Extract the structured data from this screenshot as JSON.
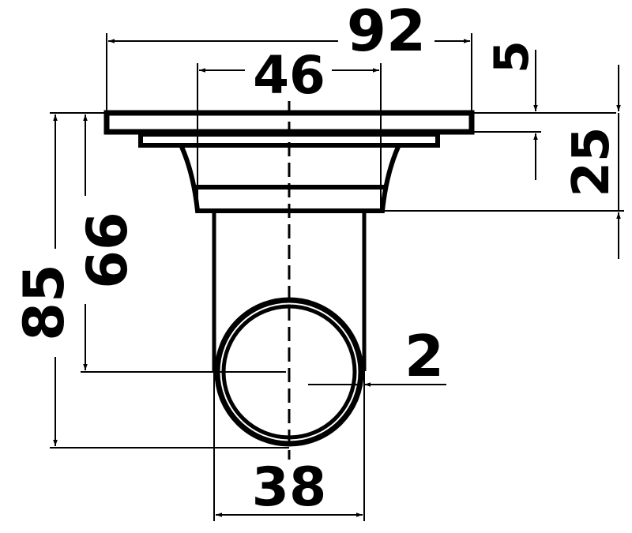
{
  "diagram": {
    "type": "technical-drawing",
    "subject": "socket flange with round tube",
    "colors": {
      "line": "#000000",
      "background": "#ffffff"
    },
    "dimensions": {
      "flange_width": {
        "label": "92"
      },
      "inner_width": {
        "label": "46"
      },
      "flange_thickness": {
        "label": "5"
      },
      "socket_height": {
        "label": "25"
      },
      "total_height": {
        "label": "85"
      },
      "center_height": {
        "label": "66"
      },
      "wall_thickness": {
        "label": "2"
      },
      "tube_diameter": {
        "label": "38"
      }
    }
  }
}
